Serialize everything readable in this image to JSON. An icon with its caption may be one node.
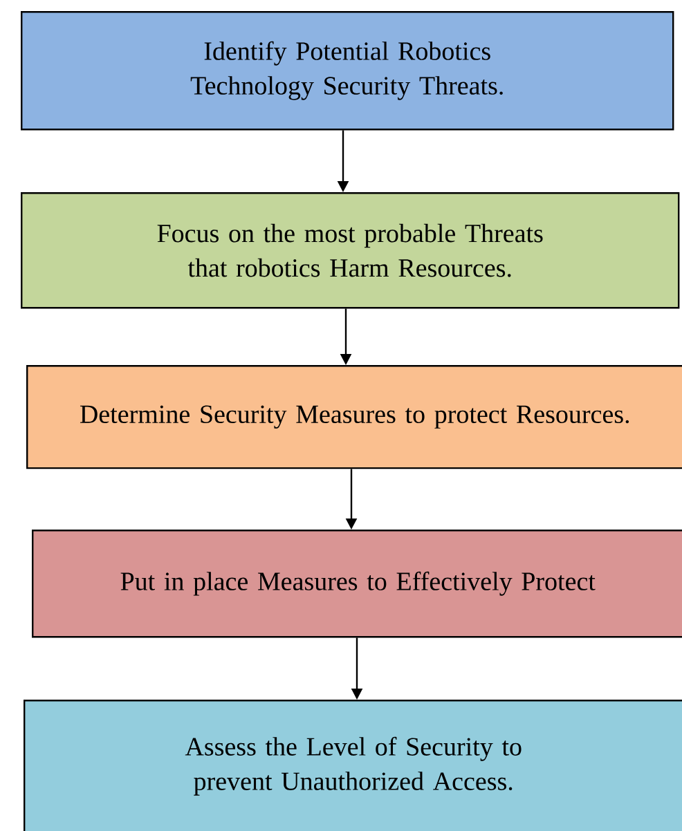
{
  "diagram": {
    "nodes": [
      {
        "text": [
          "Identify Potential Robotics Technology Security Threats."
        ]
      },
      {
        "text": [
          "Focus on the most probable Threats that robotics Harm Resources."
        ]
      },
      {
        "text": [
          "Determine Security Measures to protect Resources."
        ]
      },
      {
        "text": [
          "Put in place Measures to Effectively Protect"
        ]
      },
      {
        "text": [
          "Assess the Level of Security to prevent Unauthorized Access."
        ]
      }
    ],
    "edges": [
      {
        "from": 0,
        "to": 1,
        "arrow": "to"
      },
      {
        "from": 1,
        "to": 2,
        "arrow": "to"
      },
      {
        "from": 2,
        "to": 3,
        "arrow": "to"
      },
      {
        "from": 3,
        "to": 4,
        "arrow": "to"
      }
    ]
  }
}
